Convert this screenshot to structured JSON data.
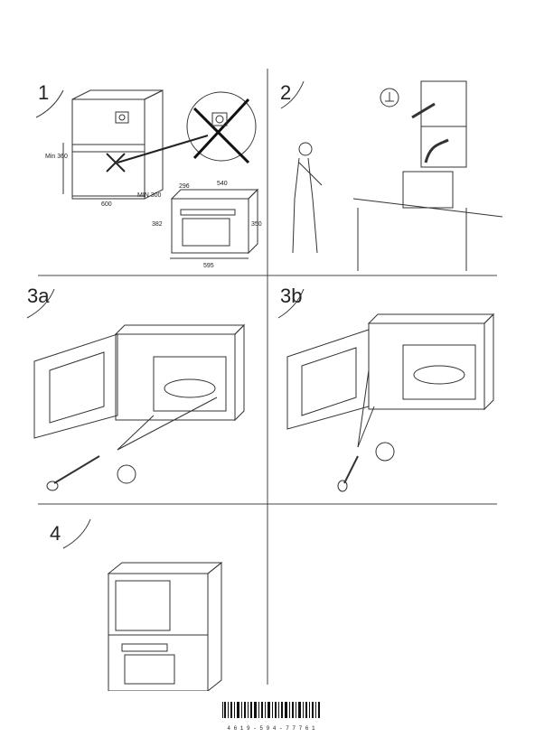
{
  "steps": {
    "s1": "1",
    "s2": "2",
    "s3a": "3a",
    "s3b": "3b",
    "s4": "4"
  },
  "dimensions": {
    "min_360": "Min 360",
    "min_300": "MIN 300",
    "w600": "600",
    "w296": "296",
    "w540": "540",
    "h382": "382",
    "h350": "350",
    "w595": "595"
  },
  "barcode_number": "4 6 1 9 - 5 9 4 - 7 7 7 6 1"
}
